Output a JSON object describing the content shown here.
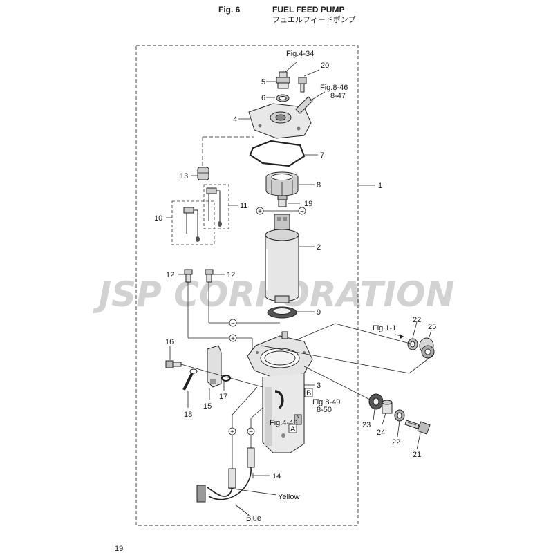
{
  "header": {
    "fig_label": "Fig. 6",
    "title_en": "FUEL FEED PUMP",
    "title_jp": "フュエルフィードポンプ"
  },
  "watermark": "JSP CORPORATION",
  "page_number": "19",
  "callouts": {
    "n1": "1",
    "n2": "2",
    "n3": "3",
    "n4": "4",
    "n5": "5",
    "n6": "6",
    "n7": "7",
    "n8": "8",
    "n9": "9",
    "n10": "10",
    "n11": "11",
    "n12a": "12",
    "n12b": "12",
    "n13": "13",
    "n14": "14",
    "n15": "15",
    "n16": "16",
    "n17": "17",
    "n18": "18",
    "n19": "19",
    "n20": "20",
    "n21": "21",
    "n22a": "22",
    "n22b": "22",
    "n23": "23",
    "n24": "24",
    "n25": "25"
  },
  "references": {
    "fig4_34": "Fig.4-34",
    "fig8_46": "Fig.8-46",
    "fig8_47": "8-47",
    "fig1_1": "Fig.1-1",
    "fig8_49": "Fig.8-49",
    "fig8_50": "8-50",
    "fig4_46": "Fig.4-46",
    "box_a": "A",
    "box_b": "B"
  },
  "wires": {
    "yellow": "Yellow",
    "blue": "Blue"
  },
  "polarity": {
    "plus": "+",
    "minus": "−"
  },
  "colors": {
    "line": "#222222",
    "part_fill": "#e4e4e4",
    "part_dark": "#9a9a9a",
    "watermark": "#d2d2d2"
  }
}
